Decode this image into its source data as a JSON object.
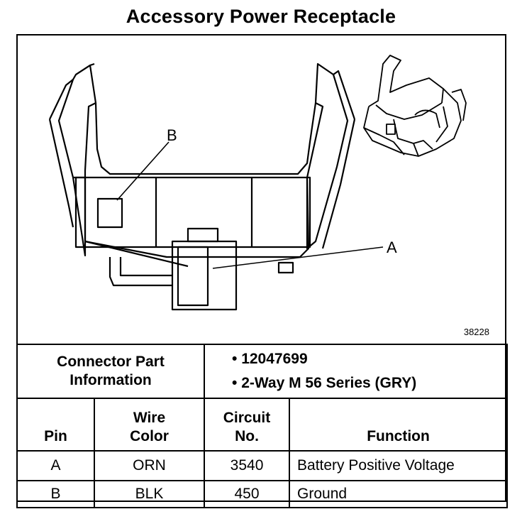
{
  "title": "Accessory Power Receptacle",
  "figure_number": "38228",
  "callouts": {
    "a": "A",
    "b": "B"
  },
  "connector_info": {
    "label": "Connector Part Information",
    "items": [
      "• 12047699",
      "• 2-Way M 56 Series (GRY)"
    ]
  },
  "table": {
    "headers": {
      "pin": "Pin",
      "wire_color": "Wire Color",
      "circuit": "Circuit No.",
      "function": "Function"
    },
    "rows": [
      {
        "pin": "A",
        "wire_color": "ORN",
        "circuit": "3540",
        "function": "Battery Positive Voltage"
      },
      {
        "pin": "B",
        "wire_color": "BLK",
        "circuit": "450",
        "function": "Ground"
      }
    ]
  }
}
